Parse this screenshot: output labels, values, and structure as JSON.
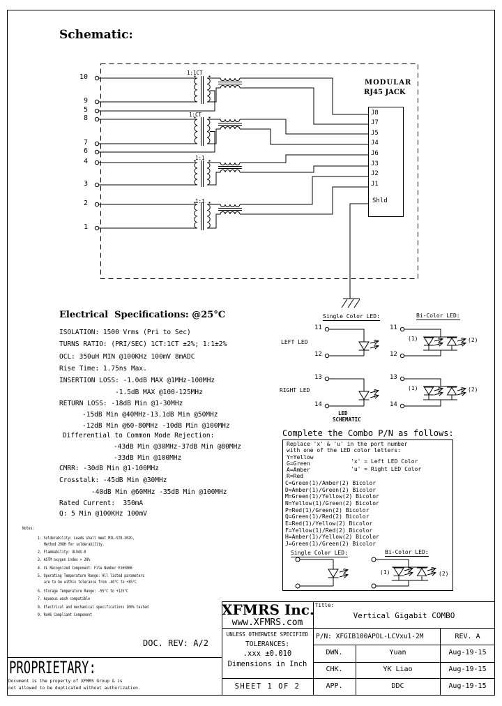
{
  "page": {
    "schematic_heading": "Schematic:",
    "doc_rev": "DOC. REV: A/2"
  },
  "schematic": {
    "jack_title_line1": "MODULAR",
    "jack_title_line2": "RJ45 JACK",
    "pins": [
      "10",
      "9",
      "5",
      "8",
      "7",
      "6",
      "4",
      "3",
      "2",
      "1"
    ],
    "xfmr_labels": [
      "1:1CT",
      "1:CT",
      "1:1",
      "1:1"
    ],
    "jack_pins": [
      "J8",
      "J7",
      "J5",
      "J4",
      "J6",
      "J3",
      "J2",
      "J1"
    ],
    "jack_shield": "Shld"
  },
  "specs": {
    "title": "Electrical  Specifications: @25°C",
    "lines": [
      "ISOLATION: 1500 Vrms (Pri to Sec)",
      "TURNS RATIO: (PRI/SEC) 1CT:1CT ±2%; 1:1±2%",
      "OCL: 350uH MIN @100KHz 100mV 8mADC",
      "Rise Time: 1.75ns Max.",
      "INSERTION LOSS: -1.0dB MAX @1MHz-100MHz",
      "-1.5dB MAX @100-125MHz",
      "RETURN LOSS: -18dB Min @1-30MHz",
      "-15dB Min @40MHz-13.1dB Min @50MHz",
      "-12dB Min @60-80MHz -10dB Min @100MHz",
      "Differential to Common Mode Rejection:",
      "-43dB Min @30MHz-37dB Min @80MHz",
      "-33dB Min @100MHz",
      "CMRR: -30dB Min @1-100MHz",
      "Crosstalk: -45dB Min @30MHz",
      "-40dB Min @60MHz -35dB Min @100MHz",
      "Rated Current:  350mA",
      "Q: 5 Min @100KHz 100mV"
    ]
  },
  "notes": {
    "title": "Notes:",
    "lines": [
      "1. Solderability: Leads shall meet MIL-STD-202G,",
      "Method 208H for solderability.",
      "2. Flammability: UL94V-0",
      "3. ASTM oxygen index > 28%",
      "4. UL Recognized Component: File Number E165866",
      "5. Operating Temperature Range: All listed parameters",
      "are to be within tolerance from -40°C to +85°C",
      "6. Storage Temperature Range: -55°C to +125°C",
      "7. Aqueous wash compatible",
      "8. Electrical and mechanical specifications 100% tested",
      "9. RoHS Compliant Component"
    ]
  },
  "led": {
    "single_header": "Single Color LED:",
    "bicolor_header": "Bi-Color LED:",
    "left_label": "LEFT LED",
    "right_label": "RIGHT LED",
    "pin11": "11",
    "pin12": "12",
    "pin13": "13",
    "pin14": "14",
    "d1": "(1)",
    "d2": "(2)",
    "caption_line1": "LED",
    "caption_line2": "SCHEMATIC"
  },
  "combo": {
    "title": "Complete the Combo P/N as follows:",
    "intro1": "Replace 'x' & 'u' in the port number",
    "intro2": "with one of the LED color letters:",
    "colors": [
      "Y=Yellow",
      "G=Green",
      "A=Amber",
      "R=Red"
    ],
    "x_note": "'x' = Left LED Color",
    "u_note": "'u' = Right LED Color",
    "bicolor_codes": [
      "C=Green(1)/Amber(2) Bicolor",
      "D=Amber(1)/Green(2) Bicolor",
      "M=Green(1)/Yellow(2) Bicolor",
      "N=Yellow(1)/Green(2) Bicolor",
      "P=Red(1)/Green(2) Bicolor",
      "Q=Green(1)/Red(2) Bicolor",
      "E=Red(1)/Yellow(2) Bicolor",
      "F=Yellow(1)/Red(2) Bicolor",
      "H=Amber(1)/Yellow(2) Bicolor",
      "J=Green(1)/Green(2) Bicolor"
    ],
    "single_header": "Single Color LED:",
    "bicolor_header": "Bi-Color LED:"
  },
  "title_block": {
    "company": "XFMRS Inc.",
    "website": "www.XFMRS.com",
    "unless": "UNLESS OTHERWISE SPECIFIED",
    "tolerances_label": "TOLERANCES:",
    "tolerance_value": ".xxx ±0.010",
    "dimensions": "Dimensions in Inch",
    "sheet": "SHEET 1 OF 2",
    "title_label": "Title:",
    "title": "Vertical Gigabit COMBO",
    "pn": "P/N: XFGIB100APOL-LCVxu1-2M",
    "rev": "REV. A",
    "rows": [
      {
        "role": "DWN.",
        "name": "Yuan",
        "date": "Aug-19-15"
      },
      {
        "role": "CHK.",
        "name": "YK Liao",
        "date": "Aug-19-15"
      },
      {
        "role": "APP.",
        "name": "DDC",
        "date": "Aug-19-15"
      }
    ]
  },
  "proprietary": {
    "title": "PROPRIETARY:",
    "line1": "Document is the property of XFMRS Group & is",
    "line2": "not allowed to be duplicated without authorization."
  },
  "meta": {
    "colors": {
      "ink": "#000000",
      "background": "#ffffff"
    }
  }
}
